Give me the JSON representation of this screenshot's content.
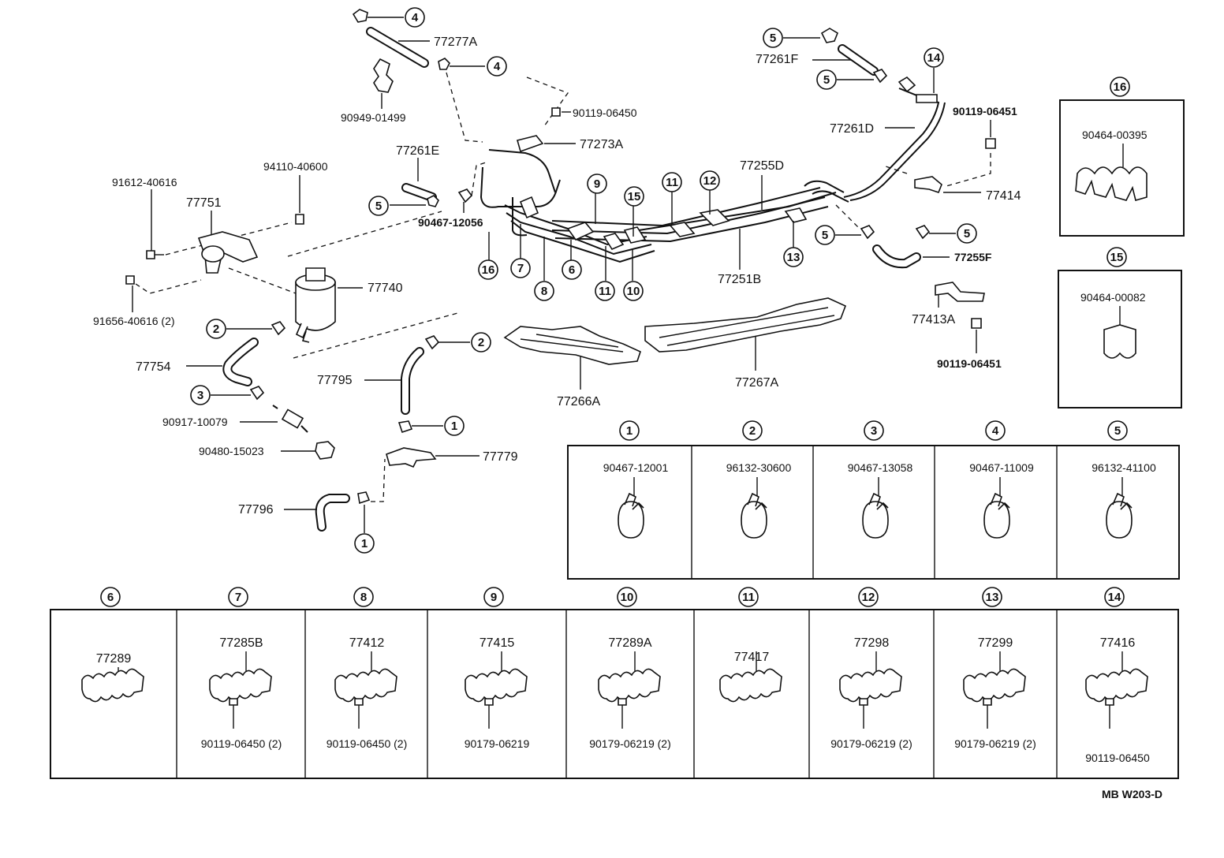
{
  "diagram_code": "MB  W203-D",
  "callouts_main": {
    "c4a": "4",
    "c4b": "4",
    "c5a": "5",
    "c5b": "5",
    "c5c": "5",
    "c5d": "5",
    "c5e": "5",
    "c14": "14",
    "c2a": "2",
    "c2b": "2",
    "c3": "3",
    "c1a": "1",
    "c1b": "1",
    "c9": "9",
    "c15": "15",
    "c11a": "11",
    "c12": "12",
    "c16": "16",
    "c7": "7",
    "c6": "6",
    "c11b": "11",
    "c10": "10",
    "c8": "8",
    "c13": "13"
  },
  "parts_main": {
    "p77277A": "77277A",
    "p90949_01499": "90949-01499",
    "p90119_06450_top": "90119-06450",
    "p77273A": "77273A",
    "p77261E": "77261E",
    "p94110_40600": "94110-40600",
    "p91612_40616": "91612-40616",
    "p77751": "77751",
    "p91656_40616": "91656-40616 (2)",
    "p77740": "77740",
    "p90467_12056": "90467-12056",
    "p77754": "77754",
    "p77795": "77795",
    "p90917_10079": "90917-10079",
    "p90480_15023": "90480-15023",
    "p77779": "77779",
    "p77796": "77796",
    "p77261F": "77261F",
    "p77261D": "77261D",
    "p90119_06451_a": "90119-06451",
    "p77414": "77414",
    "p77255D": "77255D",
    "p77251B": "77251B",
    "p77255F": "77255F",
    "p77413A": "77413A",
    "p90119_06451_b": "90119-06451",
    "p77266A": "77266A",
    "p77267A": "77267A"
  },
  "side_boxes": [
    {
      "callout": "16",
      "part": "90464-00395"
    },
    {
      "callout": "15",
      "part": "90464-00082"
    }
  ],
  "clip_row": [
    {
      "callout": "1",
      "part": "90467-12001"
    },
    {
      "callout": "2",
      "part": "96132-30600"
    },
    {
      "callout": "3",
      "part": "90467-13058"
    },
    {
      "callout": "4",
      "part": "90467-11009"
    },
    {
      "callout": "5",
      "part": "96132-41100"
    }
  ],
  "clamp_row": [
    {
      "callout": "6",
      "part": "77289",
      "sub": ""
    },
    {
      "callout": "7",
      "part": "77285B",
      "sub": "90119-06450 (2)"
    },
    {
      "callout": "8",
      "part": "77412",
      "sub": "90119-06450 (2)"
    },
    {
      "callout": "9",
      "part": "77415",
      "sub": "90179-06219"
    },
    {
      "callout": "10",
      "part": "77289A",
      "sub": "90179-06219 (2)"
    },
    {
      "callout": "11",
      "part": "77417",
      "sub": ""
    },
    {
      "callout": "12",
      "part": "77298",
      "sub": "90179-06219 (2)"
    },
    {
      "callout": "13",
      "part": "77299",
      "sub": "90179-06219 (2)"
    },
    {
      "callout": "14",
      "part": "77416",
      "sub": "90119-06450"
    }
  ]
}
